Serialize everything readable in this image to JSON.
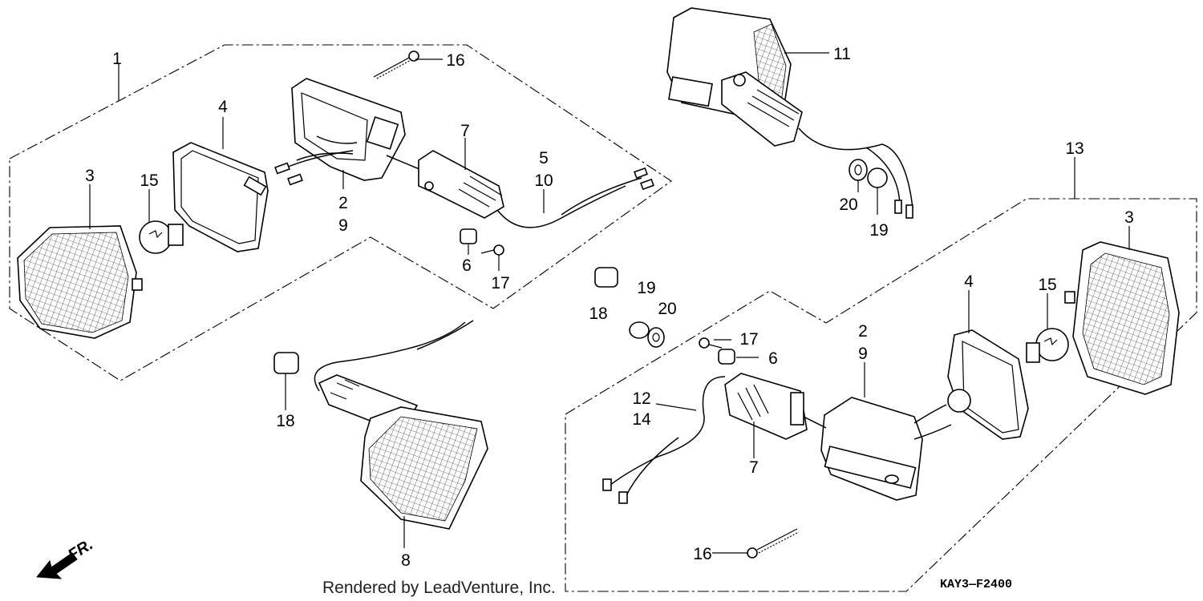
{
  "diagram": {
    "callouts": {
      "c1": "1",
      "c2a": "2",
      "c9a": "9",
      "c3a": "3",
      "c4a": "4",
      "c15a": "15",
      "c16a": "16",
      "c7a": "7",
      "c5": "5",
      "c10": "10",
      "c6a": "6",
      "c17a": "17",
      "c18a": "18",
      "c19a": "19",
      "c20a": "20",
      "c18b": "18",
      "c8": "8",
      "c11": "11",
      "c20b": "20",
      "c19b": "19",
      "c13": "13",
      "c3b": "3",
      "c4b": "4",
      "c15b": "15",
      "c2b": "2",
      "c9b": "9",
      "c17b": "17",
      "c6b": "6",
      "c12": "12",
      "c14": "14",
      "c7b": "7",
      "c16b": "16"
    },
    "front_label": "FR.",
    "credit": "Rendered by LeadVenture, Inc.",
    "code": "KAY3—F2400"
  }
}
